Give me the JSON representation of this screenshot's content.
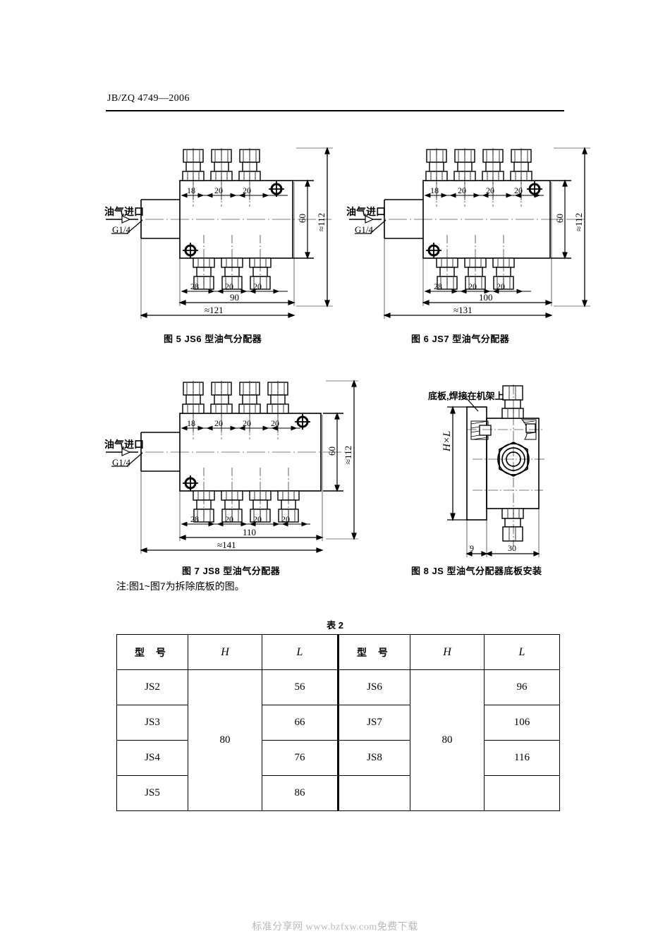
{
  "header": {
    "standard_code": "JB/ZQ 4749—2006"
  },
  "footer": {
    "text": "标准分享网 www.bzfxw.com免费下载"
  },
  "note": {
    "text": "注:图1~图7为拆除底板的图。"
  },
  "figures": [
    {
      "id": "fig5",
      "caption": "图 5    JS6 型油气分配器",
      "inlet_label": "油气进口",
      "thread_label": "G1/4",
      "top_dims": [
        "18",
        "20",
        "20"
      ],
      "bottom_dims": [
        "28",
        "20",
        "20"
      ],
      "overall_width": "90",
      "total_width": "≈121",
      "height_inner": "60",
      "height_total": "≈112",
      "top_ports": 3,
      "bottom_ports": 3
    },
    {
      "id": "fig6",
      "caption": "图 6    JS7 型油气分配器",
      "inlet_label": "油气进口",
      "thread_label": "G1/4",
      "top_dims": [
        "18",
        "20",
        "20",
        "20"
      ],
      "bottom_dims": [
        "28",
        "20",
        "20"
      ],
      "overall_width": "100",
      "total_width": "≈131",
      "height_inner": "60",
      "height_total": "≈112",
      "top_ports": 4,
      "bottom_ports": 3
    },
    {
      "id": "fig7",
      "caption": "图 7    JS8 型油气分配器",
      "inlet_label": "油气进口",
      "thread_label": "G1/4",
      "top_dims": [
        "18",
        "20",
        "20",
        "20"
      ],
      "bottom_dims": [
        "28",
        "20",
        "20",
        "20"
      ],
      "overall_width": "110",
      "total_width": "≈141",
      "height_inner": "60",
      "height_total": "≈112",
      "top_ports": 4,
      "bottom_ports": 4
    },
    {
      "id": "fig8",
      "caption": "图 8    JS 型油气分配器底板安装",
      "plate_label": "底板,焊接在机架上",
      "hl_label": "H×L",
      "dim_left": "9",
      "dim_right": "30"
    }
  ],
  "table": {
    "title": "表 2",
    "headers": [
      "型  号",
      "H",
      "L",
      "型  号",
      "H",
      "L"
    ],
    "left_rows": [
      {
        "model": "JS2",
        "L": "56"
      },
      {
        "model": "JS3",
        "L": "66"
      },
      {
        "model": "JS4",
        "L": "76"
      },
      {
        "model": "JS5",
        "L": "86"
      }
    ],
    "left_H": "80",
    "right_rows": [
      {
        "model": "JS6",
        "L": "96"
      },
      {
        "model": "JS7",
        "L": "106"
      },
      {
        "model": "JS8",
        "L": "116"
      }
    ],
    "right_H": "80"
  }
}
